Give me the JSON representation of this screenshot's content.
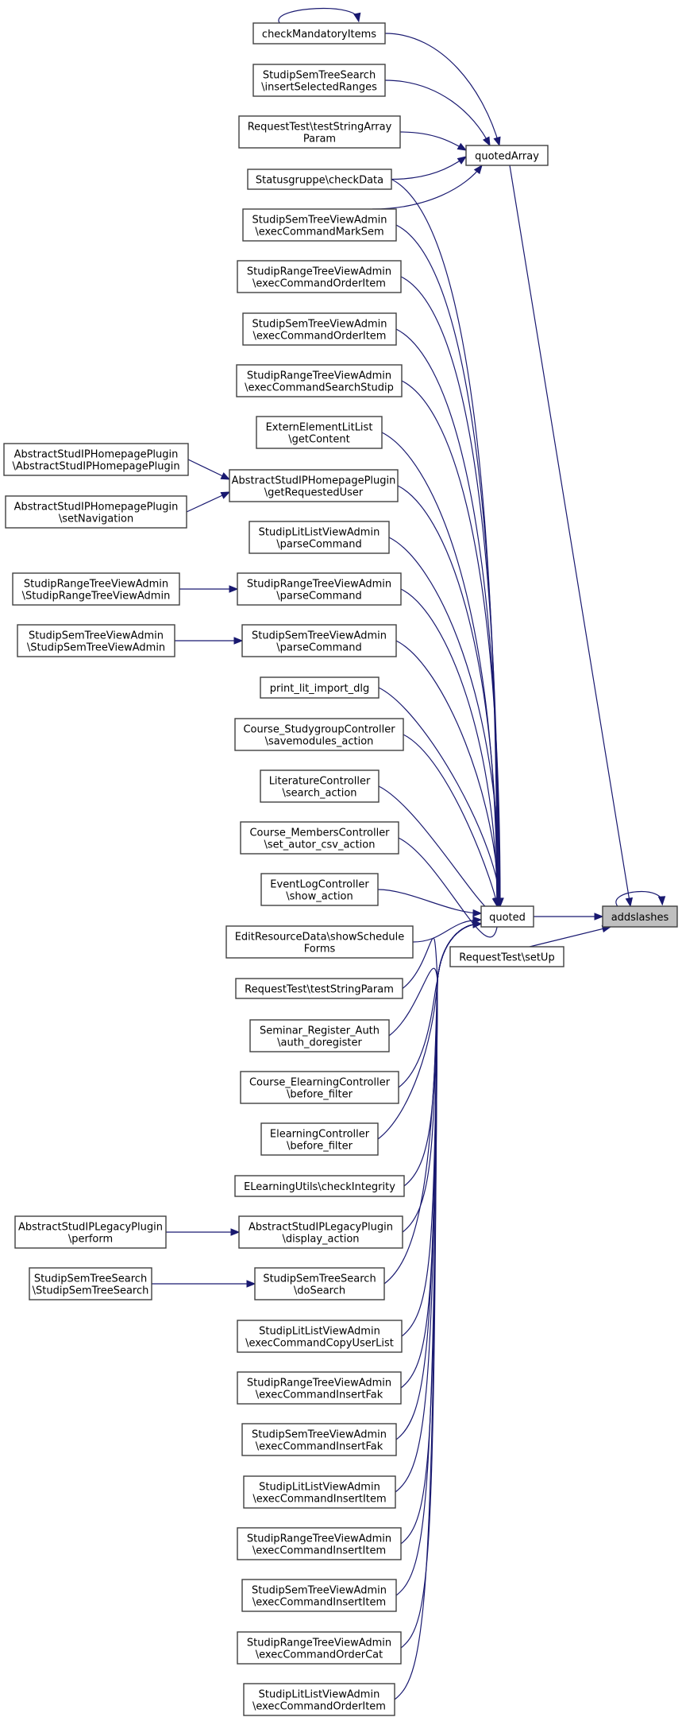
{
  "diagram": {
    "type": "call-graph",
    "title": "",
    "colors": {
      "edge": "#191970",
      "node_border": "#404040",
      "focus_fill": "#bfbfbf",
      "node_fill": "#ffffff"
    },
    "focus_node": "addslashes",
    "nodes": [
      {
        "id": "addslashes",
        "lines": [
          "addslashes"
        ],
        "focus": true
      },
      {
        "id": "quoted",
        "lines": [
          "quoted"
        ]
      },
      {
        "id": "quotedArray",
        "lines": [
          "quotedArray"
        ]
      },
      {
        "id": "RequestTest_setUp",
        "lines": [
          "RequestTest\\setUp"
        ]
      },
      {
        "id": "checkMandatoryItems",
        "lines": [
          "checkMandatoryItems"
        ]
      },
      {
        "id": "SSTS_insertSelectedRanges",
        "lines": [
          "StudipSemTreeSearch",
          "\\insertSelectedRanges"
        ]
      },
      {
        "id": "RT_testStringArrayParam",
        "lines": [
          "RequestTest\\testStringArray",
          "Param"
        ]
      },
      {
        "id": "Statusgruppe_checkData",
        "lines": [
          "Statusgruppe\\checkData"
        ]
      },
      {
        "id": "SSTVA_execCommandMarkSem",
        "lines": [
          "StudipSemTreeViewAdmin",
          "\\execCommandMarkSem"
        ]
      },
      {
        "id": "SRTVA_execCommandOrderItem",
        "lines": [
          "StudipRangeTreeViewAdmin",
          "\\execCommandOrderItem"
        ]
      },
      {
        "id": "SSTVA_execCommandOrderItem",
        "lines": [
          "StudipSemTreeViewAdmin",
          "\\execCommandOrderItem"
        ]
      },
      {
        "id": "SRTVA_execCommandSearchStudip",
        "lines": [
          "StudipRangeTreeViewAdmin",
          "\\execCommandSearchStudip"
        ]
      },
      {
        "id": "EELL_getContent",
        "lines": [
          "ExternElementLitList",
          "\\getContent"
        ]
      },
      {
        "id": "ASHP_getRequestedUser",
        "lines": [
          "AbstractStudIPHomepagePlugin",
          "\\getRequestedUser"
        ]
      },
      {
        "id": "ASHP_ctor",
        "lines": [
          "AbstractStudIPHomepagePlugin",
          "\\AbstractStudIPHomepagePlugin"
        ]
      },
      {
        "id": "ASHP_setNavigation",
        "lines": [
          "AbstractStudIPHomepagePlugin",
          "\\setNavigation"
        ]
      },
      {
        "id": "SLLVA_parseCommand",
        "lines": [
          "StudipLitListViewAdmin",
          "\\parseCommand"
        ]
      },
      {
        "id": "SRTVA_parseCommand",
        "lines": [
          "StudipRangeTreeViewAdmin",
          "\\parseCommand"
        ]
      },
      {
        "id": "SRTVA_ctor",
        "lines": [
          "StudipRangeTreeViewAdmin",
          "\\StudipRangeTreeViewAdmin"
        ]
      },
      {
        "id": "SSTVA_parseCommand",
        "lines": [
          "StudipSemTreeViewAdmin",
          "\\parseCommand"
        ]
      },
      {
        "id": "SSTVA_ctor",
        "lines": [
          "StudipSemTreeViewAdmin",
          "\\StudipSemTreeViewAdmin"
        ]
      },
      {
        "id": "print_lit_import_dlg",
        "lines": [
          "print_lit_import_dlg"
        ]
      },
      {
        "id": "CSC_savemodules_action",
        "lines": [
          "Course_StudygroupController",
          "\\savemodules_action"
        ]
      },
      {
        "id": "LC_search_action",
        "lines": [
          "LiteratureController",
          "\\search_action"
        ]
      },
      {
        "id": "CMC_set_autor_csv_action",
        "lines": [
          "Course_MembersController",
          "\\set_autor_csv_action"
        ]
      },
      {
        "id": "ELC_show_action",
        "lines": [
          "EventLogController",
          "\\show_action"
        ]
      },
      {
        "id": "ERD_showScheduleForms",
        "lines": [
          "EditResourceData\\showSchedule",
          "Forms"
        ]
      },
      {
        "id": "RT_testStringParam",
        "lines": [
          "RequestTest\\testStringParam"
        ]
      },
      {
        "id": "SRA_auth_doregister",
        "lines": [
          "Seminar_Register_Auth",
          "\\auth_doregister"
        ]
      },
      {
        "id": "CEC_before_filter",
        "lines": [
          "Course_ElearningController",
          "\\before_filter"
        ]
      },
      {
        "id": "EC_before_filter",
        "lines": [
          "ElearningController",
          "\\before_filter"
        ]
      },
      {
        "id": "ELU_checkIntegrity",
        "lines": [
          "ELearningUtils\\checkIntegrity"
        ]
      },
      {
        "id": "ASLP_display_action",
        "lines": [
          "AbstractStudIPLegacyPlugin",
          "\\display_action"
        ]
      },
      {
        "id": "ASLP_perform",
        "lines": [
          "AbstractStudIPLegacyPlugin",
          "\\perform"
        ]
      },
      {
        "id": "SSTS_doSearch",
        "lines": [
          "StudipSemTreeSearch",
          "\\doSearch"
        ]
      },
      {
        "id": "SSTS_ctor",
        "lines": [
          "StudipSemTreeSearch",
          "\\StudipSemTreeSearch"
        ]
      },
      {
        "id": "SLLVA_execCommandCopyUserList",
        "lines": [
          "StudipLitListViewAdmin",
          "\\execCommandCopyUserList"
        ]
      },
      {
        "id": "SRTVA_execCommandInsertFak",
        "lines": [
          "StudipRangeTreeViewAdmin",
          "\\execCommandInsertFak"
        ]
      },
      {
        "id": "SSTVA_execCommandInsertFak",
        "lines": [
          "StudipSemTreeViewAdmin",
          "\\execCommandInsertFak"
        ]
      },
      {
        "id": "SLLVA_execCommandInsertItem",
        "lines": [
          "StudipLitListViewAdmin",
          "\\execCommandInsertItem"
        ]
      },
      {
        "id": "SRTVA_execCommandInsertItem",
        "lines": [
          "StudipRangeTreeViewAdmin",
          "\\execCommandInsertItem"
        ]
      },
      {
        "id": "SSTVA_execCommandInsertItem",
        "lines": [
          "StudipSemTreeViewAdmin",
          "\\execCommandInsertItem"
        ]
      },
      {
        "id": "SRTVA_execCommandOrderCat",
        "lines": [
          "StudipRangeTreeViewAdmin",
          "\\execCommandOrderCat"
        ]
      },
      {
        "id": "SLLVA_execCommandOrderItem",
        "lines": [
          "StudipLitListViewAdmin",
          "\\execCommandOrderItem"
        ]
      }
    ],
    "edges": [
      {
        "from": "quoted",
        "to": "addslashes"
      },
      {
        "from": "quotedArray",
        "to": "addslashes"
      },
      {
        "from": "RequestTest_setUp",
        "to": "addslashes"
      },
      {
        "from": "addslashes",
        "to": "addslashes"
      },
      {
        "from": "checkMandatoryItems",
        "to": "checkMandatoryItems"
      },
      {
        "from": "checkMandatoryItems",
        "to": "quotedArray"
      },
      {
        "from": "SSTS_insertSelectedRanges",
        "to": "quotedArray"
      },
      {
        "from": "RT_testStringArrayParam",
        "to": "quotedArray"
      },
      {
        "from": "Statusgruppe_checkData",
        "to": "quotedArray"
      },
      {
        "from": "SSTVA_execCommandMarkSem",
        "to": "quotedArray"
      },
      {
        "from": "Statusgruppe_checkData",
        "to": "quoted"
      },
      {
        "from": "SSTVA_execCommandMarkSem",
        "to": "quoted"
      },
      {
        "from": "SRTVA_execCommandOrderItem",
        "to": "quoted"
      },
      {
        "from": "SSTVA_execCommandOrderItem",
        "to": "quoted"
      },
      {
        "from": "SRTVA_execCommandSearchStudip",
        "to": "quoted"
      },
      {
        "from": "EELL_getContent",
        "to": "quoted"
      },
      {
        "from": "ASHP_getRequestedUser",
        "to": "quoted"
      },
      {
        "from": "ASHP_ctor",
        "to": "ASHP_getRequestedUser"
      },
      {
        "from": "ASHP_setNavigation",
        "to": "ASHP_getRequestedUser"
      },
      {
        "from": "SLLVA_parseCommand",
        "to": "quoted"
      },
      {
        "from": "SRTVA_parseCommand",
        "to": "quoted"
      },
      {
        "from": "SRTVA_ctor",
        "to": "SRTVA_parseCommand"
      },
      {
        "from": "SSTVA_parseCommand",
        "to": "quoted"
      },
      {
        "from": "SSTVA_ctor",
        "to": "SSTVA_parseCommand"
      },
      {
        "from": "print_lit_import_dlg",
        "to": "quoted"
      },
      {
        "from": "CSC_savemodules_action",
        "to": "quoted"
      },
      {
        "from": "LC_search_action",
        "to": "quoted"
      },
      {
        "from": "CMC_set_autor_csv_action",
        "to": "quoted"
      },
      {
        "from": "ELC_show_action",
        "to": "quoted"
      },
      {
        "from": "ERD_showScheduleForms",
        "to": "quoted"
      },
      {
        "from": "RT_testStringParam",
        "to": "quoted"
      },
      {
        "from": "SRA_auth_doregister",
        "to": "quoted"
      },
      {
        "from": "CEC_before_filter",
        "to": "quoted"
      },
      {
        "from": "EC_before_filter",
        "to": "quoted"
      },
      {
        "from": "ELU_checkIntegrity",
        "to": "quoted"
      },
      {
        "from": "ASLP_display_action",
        "to": "quoted"
      },
      {
        "from": "ASLP_perform",
        "to": "ASLP_display_action"
      },
      {
        "from": "SSTS_doSearch",
        "to": "quoted"
      },
      {
        "from": "SSTS_ctor",
        "to": "SSTS_doSearch"
      },
      {
        "from": "SLLVA_execCommandCopyUserList",
        "to": "quoted"
      },
      {
        "from": "SRTVA_execCommandInsertFak",
        "to": "quoted"
      },
      {
        "from": "SSTVA_execCommandInsertFak",
        "to": "quoted"
      },
      {
        "from": "SLLVA_execCommandInsertItem",
        "to": "quoted"
      },
      {
        "from": "SRTVA_execCommandInsertItem",
        "to": "quoted"
      },
      {
        "from": "SSTVA_execCommandInsertItem",
        "to": "quoted"
      },
      {
        "from": "SRTVA_execCommandOrderCat",
        "to": "quoted"
      },
      {
        "from": "SLLVA_execCommandOrderItem",
        "to": "quoted"
      }
    ]
  }
}
